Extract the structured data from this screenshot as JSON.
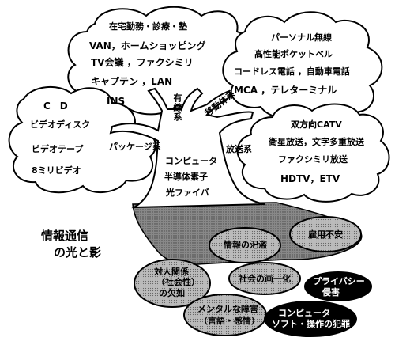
{
  "clouds": {
    "wired": {
      "items": [
        "在宅勤務・診療・塾",
        "VAN，ホームショッピング",
        "TV会議 ，ファクシミリ",
        "キャプテン ，LAN",
        "INS"
      ]
    },
    "mobile": {
      "items": [
        "パーソナル無線",
        "高性能ポケットベル",
        "コードレス電話 ，自動車電話",
        "MCA ，テレターミナル"
      ]
    },
    "package": {
      "items": [
        "C　D",
        "ビデオディスク",
        "ビデオテープ",
        "8ミリビデオ"
      ]
    },
    "broadcast": {
      "items": [
        "双方向CATV",
        "衛星放送，文字多重放送",
        "ファクシミリ放送",
        "HDTV，ETV"
      ]
    }
  },
  "branches": {
    "wired": "有線系",
    "mobile": "移動体系",
    "package": "パッケージ系",
    "broadcast": "放送系"
  },
  "trunk": [
    "コンピュータ",
    "半導体素子",
    "光ファイバ"
  ],
  "shadow_title": [
    "情報通信",
    "の光と影"
  ],
  "shadow_items": {
    "information_gap": "情報の汜濫",
    "employment_anxiety": "雇用不安",
    "interpersonal": [
      "対人関係",
      "（社会性）",
      "の欠如"
    ],
    "homogenization": "社会の画一化",
    "privacy": [
      "プライバシー",
      "侵害"
    ],
    "mental_disorder": [
      "メンタルな障害",
      "（言語・感情）"
    ],
    "computer_crime": [
      "コンピュータ",
      "ソフト・操作の犯罪"
    ]
  }
}
